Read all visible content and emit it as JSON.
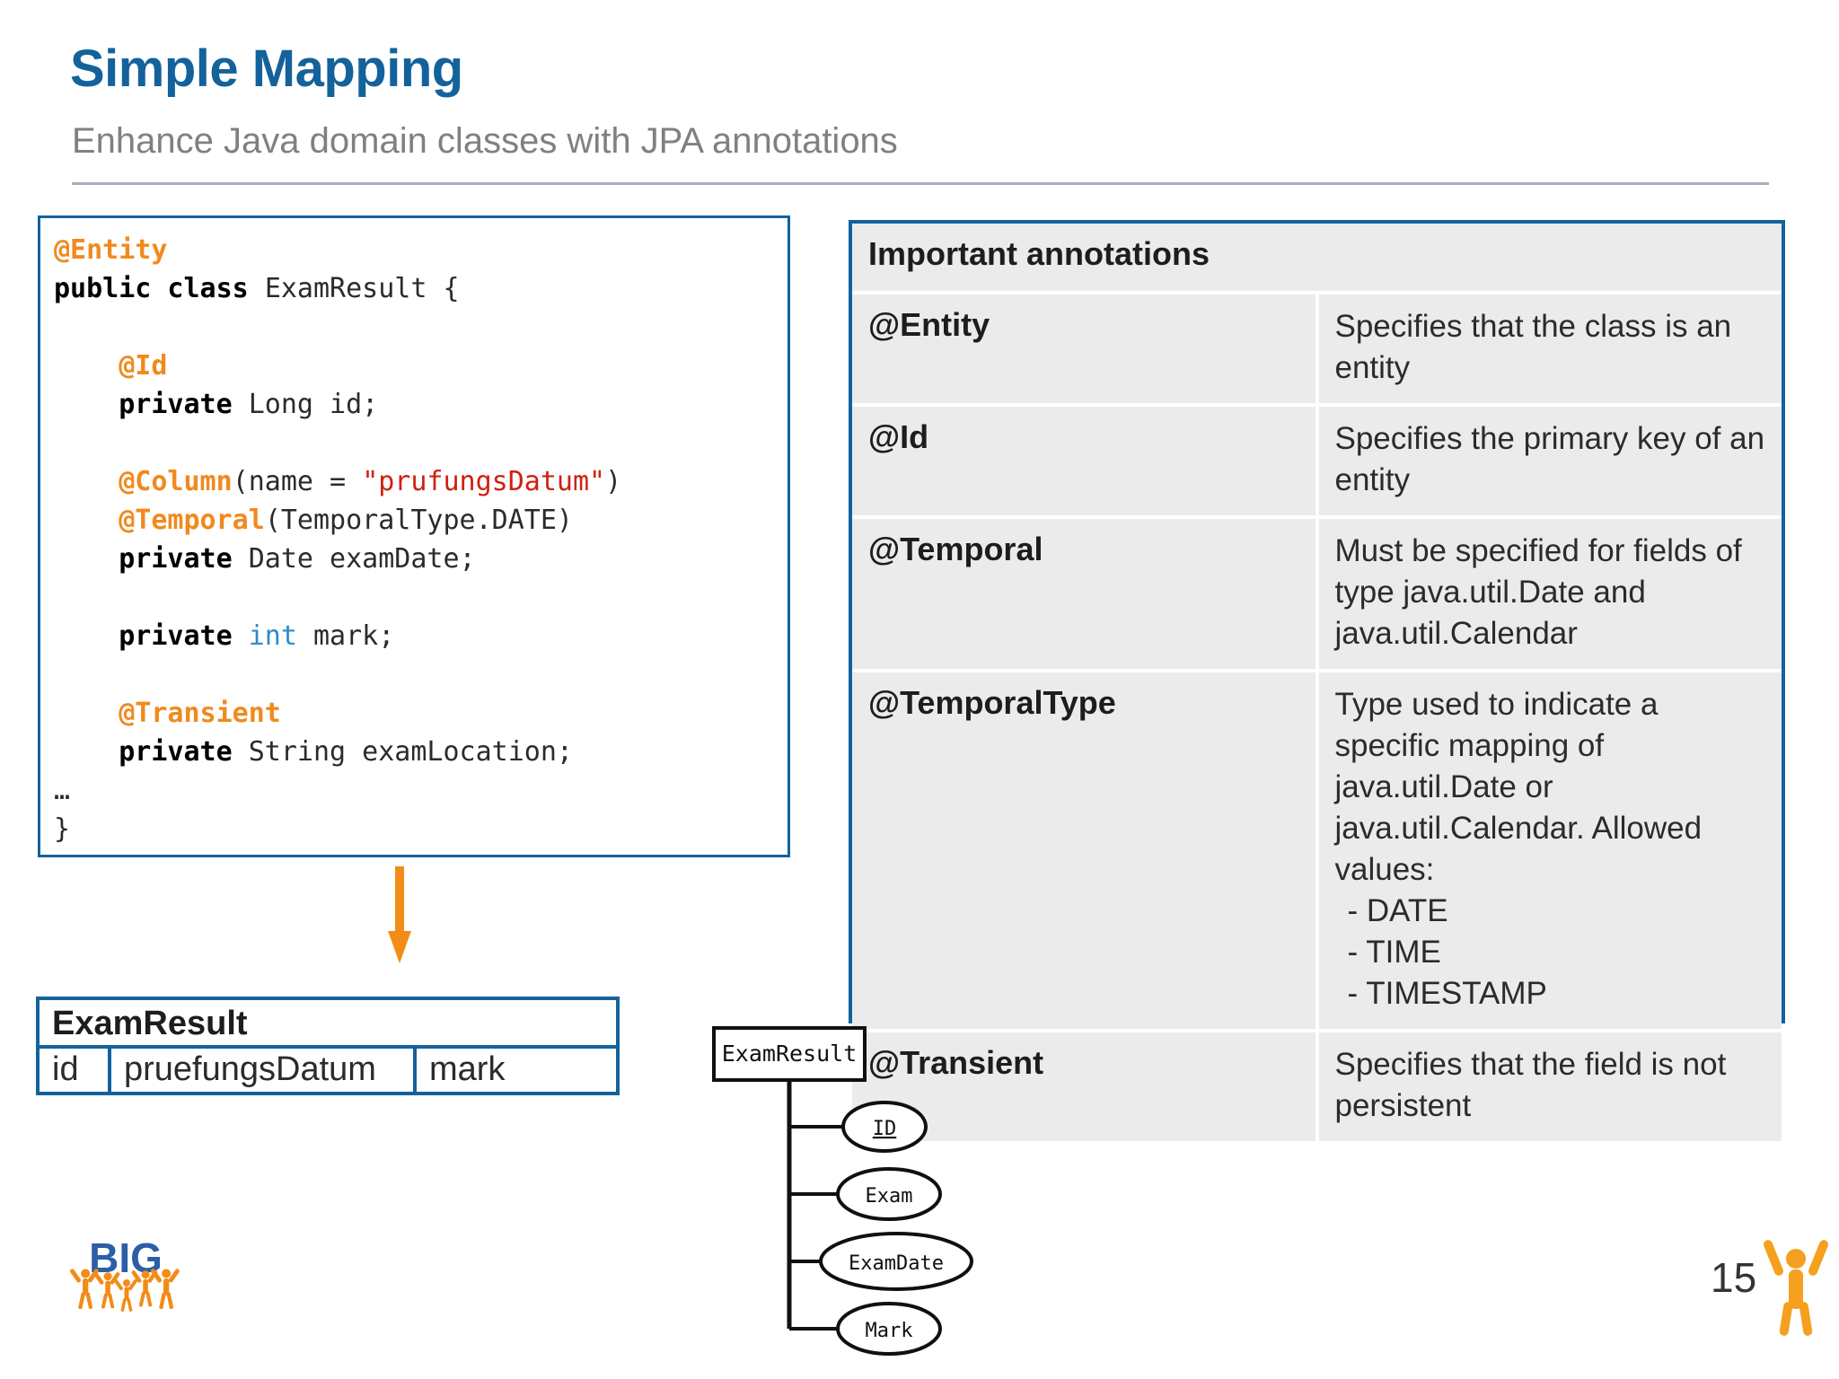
{
  "header": {
    "title": "Simple Mapping",
    "subtitle": "Enhance Java domain classes with JPA annotations",
    "title_color": "#14629B",
    "subtitle_color": "#808080"
  },
  "code_panel": {
    "name": "java-entity-code",
    "border_color": "#14629B",
    "colors": {
      "annotation": "#F08A1E",
      "keyword": "#000000",
      "string": "#D02010",
      "primitive": "#2E8BC8",
      "plain": "#2b2b2b"
    },
    "lines": [
      {
        "tokens": [
          {
            "t": "@Entity",
            "c": "ann"
          }
        ]
      },
      {
        "tokens": [
          {
            "t": "public class ",
            "c": "kw"
          },
          {
            "t": "ExamResult {",
            "c": "plain"
          }
        ]
      },
      {
        "tokens": [
          {
            "t": "",
            "c": "plain"
          }
        ]
      },
      {
        "tokens": [
          {
            "t": "    ",
            "c": "plain"
          },
          {
            "t": "@Id",
            "c": "ann"
          }
        ]
      },
      {
        "tokens": [
          {
            "t": "    ",
            "c": "plain"
          },
          {
            "t": "private ",
            "c": "kw"
          },
          {
            "t": "Long id;",
            "c": "plain"
          }
        ]
      },
      {
        "tokens": [
          {
            "t": "",
            "c": "plain"
          }
        ]
      },
      {
        "tokens": [
          {
            "t": "    ",
            "c": "plain"
          },
          {
            "t": "@Column",
            "c": "ann"
          },
          {
            "t": "(name = ",
            "c": "plain"
          },
          {
            "t": "\"prufungsDatum\"",
            "c": "str"
          },
          {
            "t": ")",
            "c": "plain"
          }
        ]
      },
      {
        "tokens": [
          {
            "t": "    ",
            "c": "plain"
          },
          {
            "t": "@Temporal",
            "c": "ann"
          },
          {
            "t": "(TemporalType.DATE)",
            "c": "plain"
          }
        ]
      },
      {
        "tokens": [
          {
            "t": "    ",
            "c": "plain"
          },
          {
            "t": "private ",
            "c": "kw"
          },
          {
            "t": "Date examDate;",
            "c": "plain"
          }
        ]
      },
      {
        "tokens": [
          {
            "t": "",
            "c": "plain"
          }
        ]
      },
      {
        "tokens": [
          {
            "t": "    ",
            "c": "plain"
          },
          {
            "t": "private ",
            "c": "kw"
          },
          {
            "t": "int ",
            "c": "prim"
          },
          {
            "t": "mark;",
            "c": "plain"
          }
        ]
      },
      {
        "tokens": [
          {
            "t": "",
            "c": "plain"
          }
        ]
      },
      {
        "tokens": [
          {
            "t": "    ",
            "c": "plain"
          },
          {
            "t": "@Transient",
            "c": "ann"
          }
        ]
      },
      {
        "tokens": [
          {
            "t": "    ",
            "c": "plain"
          },
          {
            "t": "private ",
            "c": "kw"
          },
          {
            "t": "String examLocation;",
            "c": "plain"
          }
        ]
      },
      {
        "tokens": [
          {
            "t": "…",
            "c": "plain"
          }
        ]
      },
      {
        "tokens": [
          {
            "t": "}",
            "c": "plain"
          }
        ]
      }
    ]
  },
  "annotations_table": {
    "heading": "Important annotations",
    "background": "#EBEBEB",
    "border_color": "#14629B",
    "rows": [
      {
        "name": "@Entity",
        "desc": "Specifies that the class is an entity",
        "items": []
      },
      {
        "name": "@Id",
        "desc": "Specifies the primary key of an entity",
        "items": []
      },
      {
        "name": "@Temporal",
        "desc": "Must be specified for fields of type java.util.Date and java.util.Calendar",
        "items": []
      },
      {
        "name": "@TemporalType",
        "desc": "Type used to indicate a specific mapping of java.util.Date or java.util.Calendar. Allowed values:",
        "items": [
          "- DATE",
          "- TIME",
          "- TIMESTAMP"
        ]
      },
      {
        "name": "@Transient",
        "desc": "Specifies that the field is not persistent",
        "items": []
      }
    ]
  },
  "arrow": {
    "color": "#F28C17",
    "direction": "down"
  },
  "examresult_table": {
    "title": "ExamResult",
    "columns": [
      "id",
      "pruefungsDatum",
      "mark"
    ],
    "border_color": "#14629B"
  },
  "er_diagram": {
    "entity": "ExamResult",
    "attributes": [
      {
        "label": "ID",
        "key": true
      },
      {
        "label": "Exam",
        "key": false
      },
      {
        "label": "ExamDate",
        "key": false
      },
      {
        "label": "Mark",
        "key": false
      }
    ]
  },
  "footer": {
    "logo_text": "BIG",
    "logo_blue": "#2B5EA8",
    "logo_orange": "#F28C17",
    "page_number": "15",
    "figure_color": "#F5A01E"
  }
}
